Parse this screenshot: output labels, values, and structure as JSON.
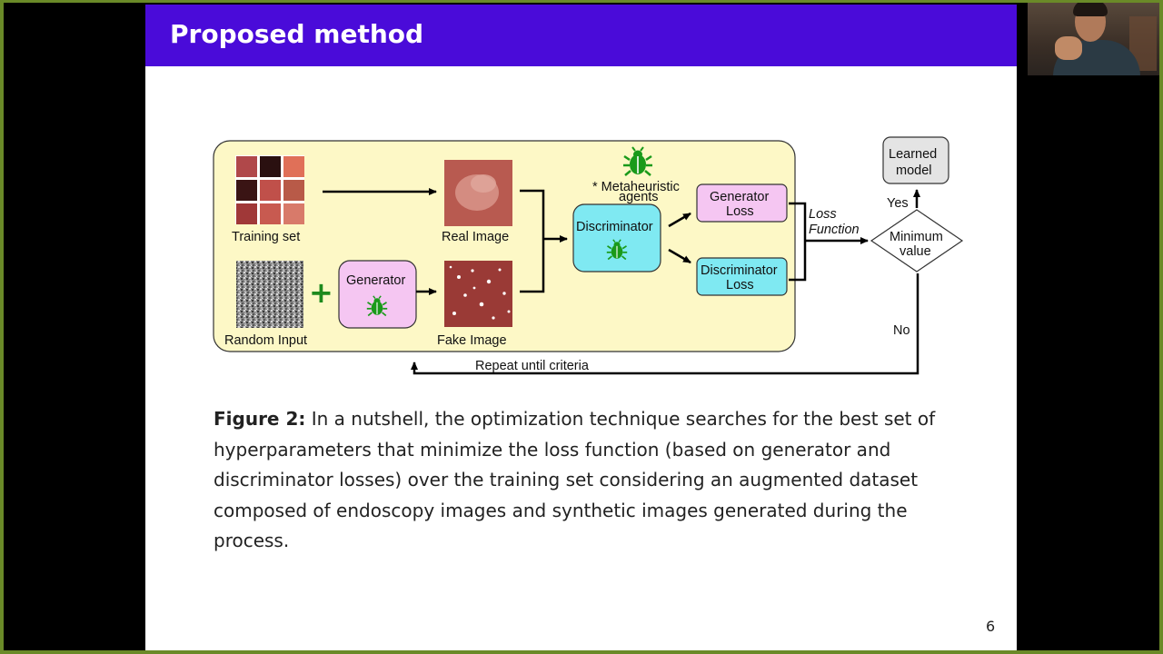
{
  "slide": {
    "title": "Proposed method",
    "page_number": "6"
  },
  "diagram": {
    "training_set_label": "Training set",
    "real_image_label": "Real Image",
    "random_input_label": "Random Input",
    "fake_image_label": "Fake Image",
    "generator_label": "Generator",
    "discriminator_label": "Discriminator",
    "metaheuristic_line1": "* Metaheuristic",
    "metaheuristic_line2": "agents",
    "generator_loss_line1": "Generator",
    "generator_loss_line2": "Loss",
    "discriminator_loss_line1": "Discriminator",
    "discriminator_loss_line2": "Loss",
    "loss_function_line1": "Loss",
    "loss_function_line2": "Function",
    "minimum_value_line1": "Minimum",
    "minimum_value_line2": "value",
    "learned_model_line1": "Learned",
    "learned_model_line2": "model",
    "yes_label": "Yes",
    "no_label": "No",
    "repeat_label": "Repeat until criteria",
    "plus_sign": "+",
    "colors": {
      "panel_fill": "#fdf8c6",
      "pink_box": "#f5c6f2",
      "cyan_box": "#7fe9f2",
      "bug_green": "#1a9a1a",
      "plus_green": "#1e8a1e"
    },
    "icons": [
      "bug-icon"
    ]
  },
  "caption": {
    "label": "Figure 2:",
    "text": "In a nutshell, the optimization technique searches for the best set of hyperparameters that minimize the loss function (based on generator and discriminator losses) over the training set considering an augmented dataset composed of endoscopy images and synthetic images generated during the process."
  }
}
